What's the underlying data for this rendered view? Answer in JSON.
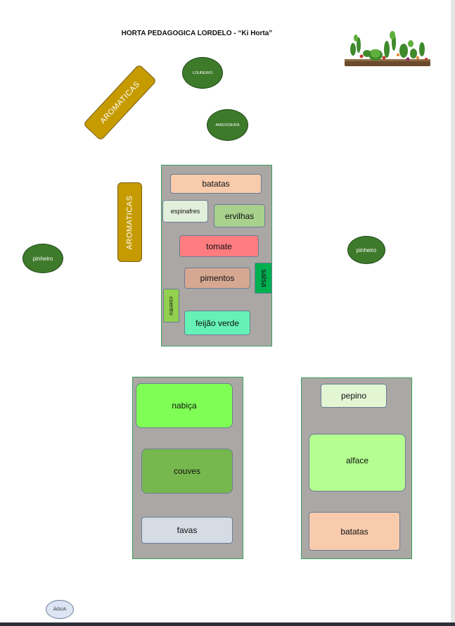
{
  "title": "HORTA PEDAGOGICA LORDELO  - “Ki Horta”",
  "colors": {
    "bed_fill": "#aba7a5",
    "bed_border": "#3aa05a",
    "tree": "#3d7a2a",
    "aromatics": "#c59b00"
  },
  "trees": {
    "loureiro": "LOUREIRO",
    "ameixoeira": "AMEIXOEIRA",
    "pinheiro_left": "pinheiro",
    "pinheiro_right": "pinheiro"
  },
  "aromatics": {
    "diagonal": "AROMATICAS",
    "vertical": "AROMATICAS"
  },
  "bed_center": {
    "batatas": "batatas",
    "espinafres": "espinafres",
    "ervilhas": "ervilhas",
    "tomate": "tomate",
    "pimentos": "pimentos",
    "salsa": "salsa",
    "coentro": "coentro",
    "feijao_verde": "feijão verde"
  },
  "bed_left": {
    "nabica": "nabiça",
    "couves": "couves",
    "favas": "favas"
  },
  "bed_right": {
    "pepino": "pepino",
    "alface": "alface",
    "batatas": "batatas"
  },
  "agua": "ÁGUA",
  "logo_icon": "vegetable-garden-illustration"
}
